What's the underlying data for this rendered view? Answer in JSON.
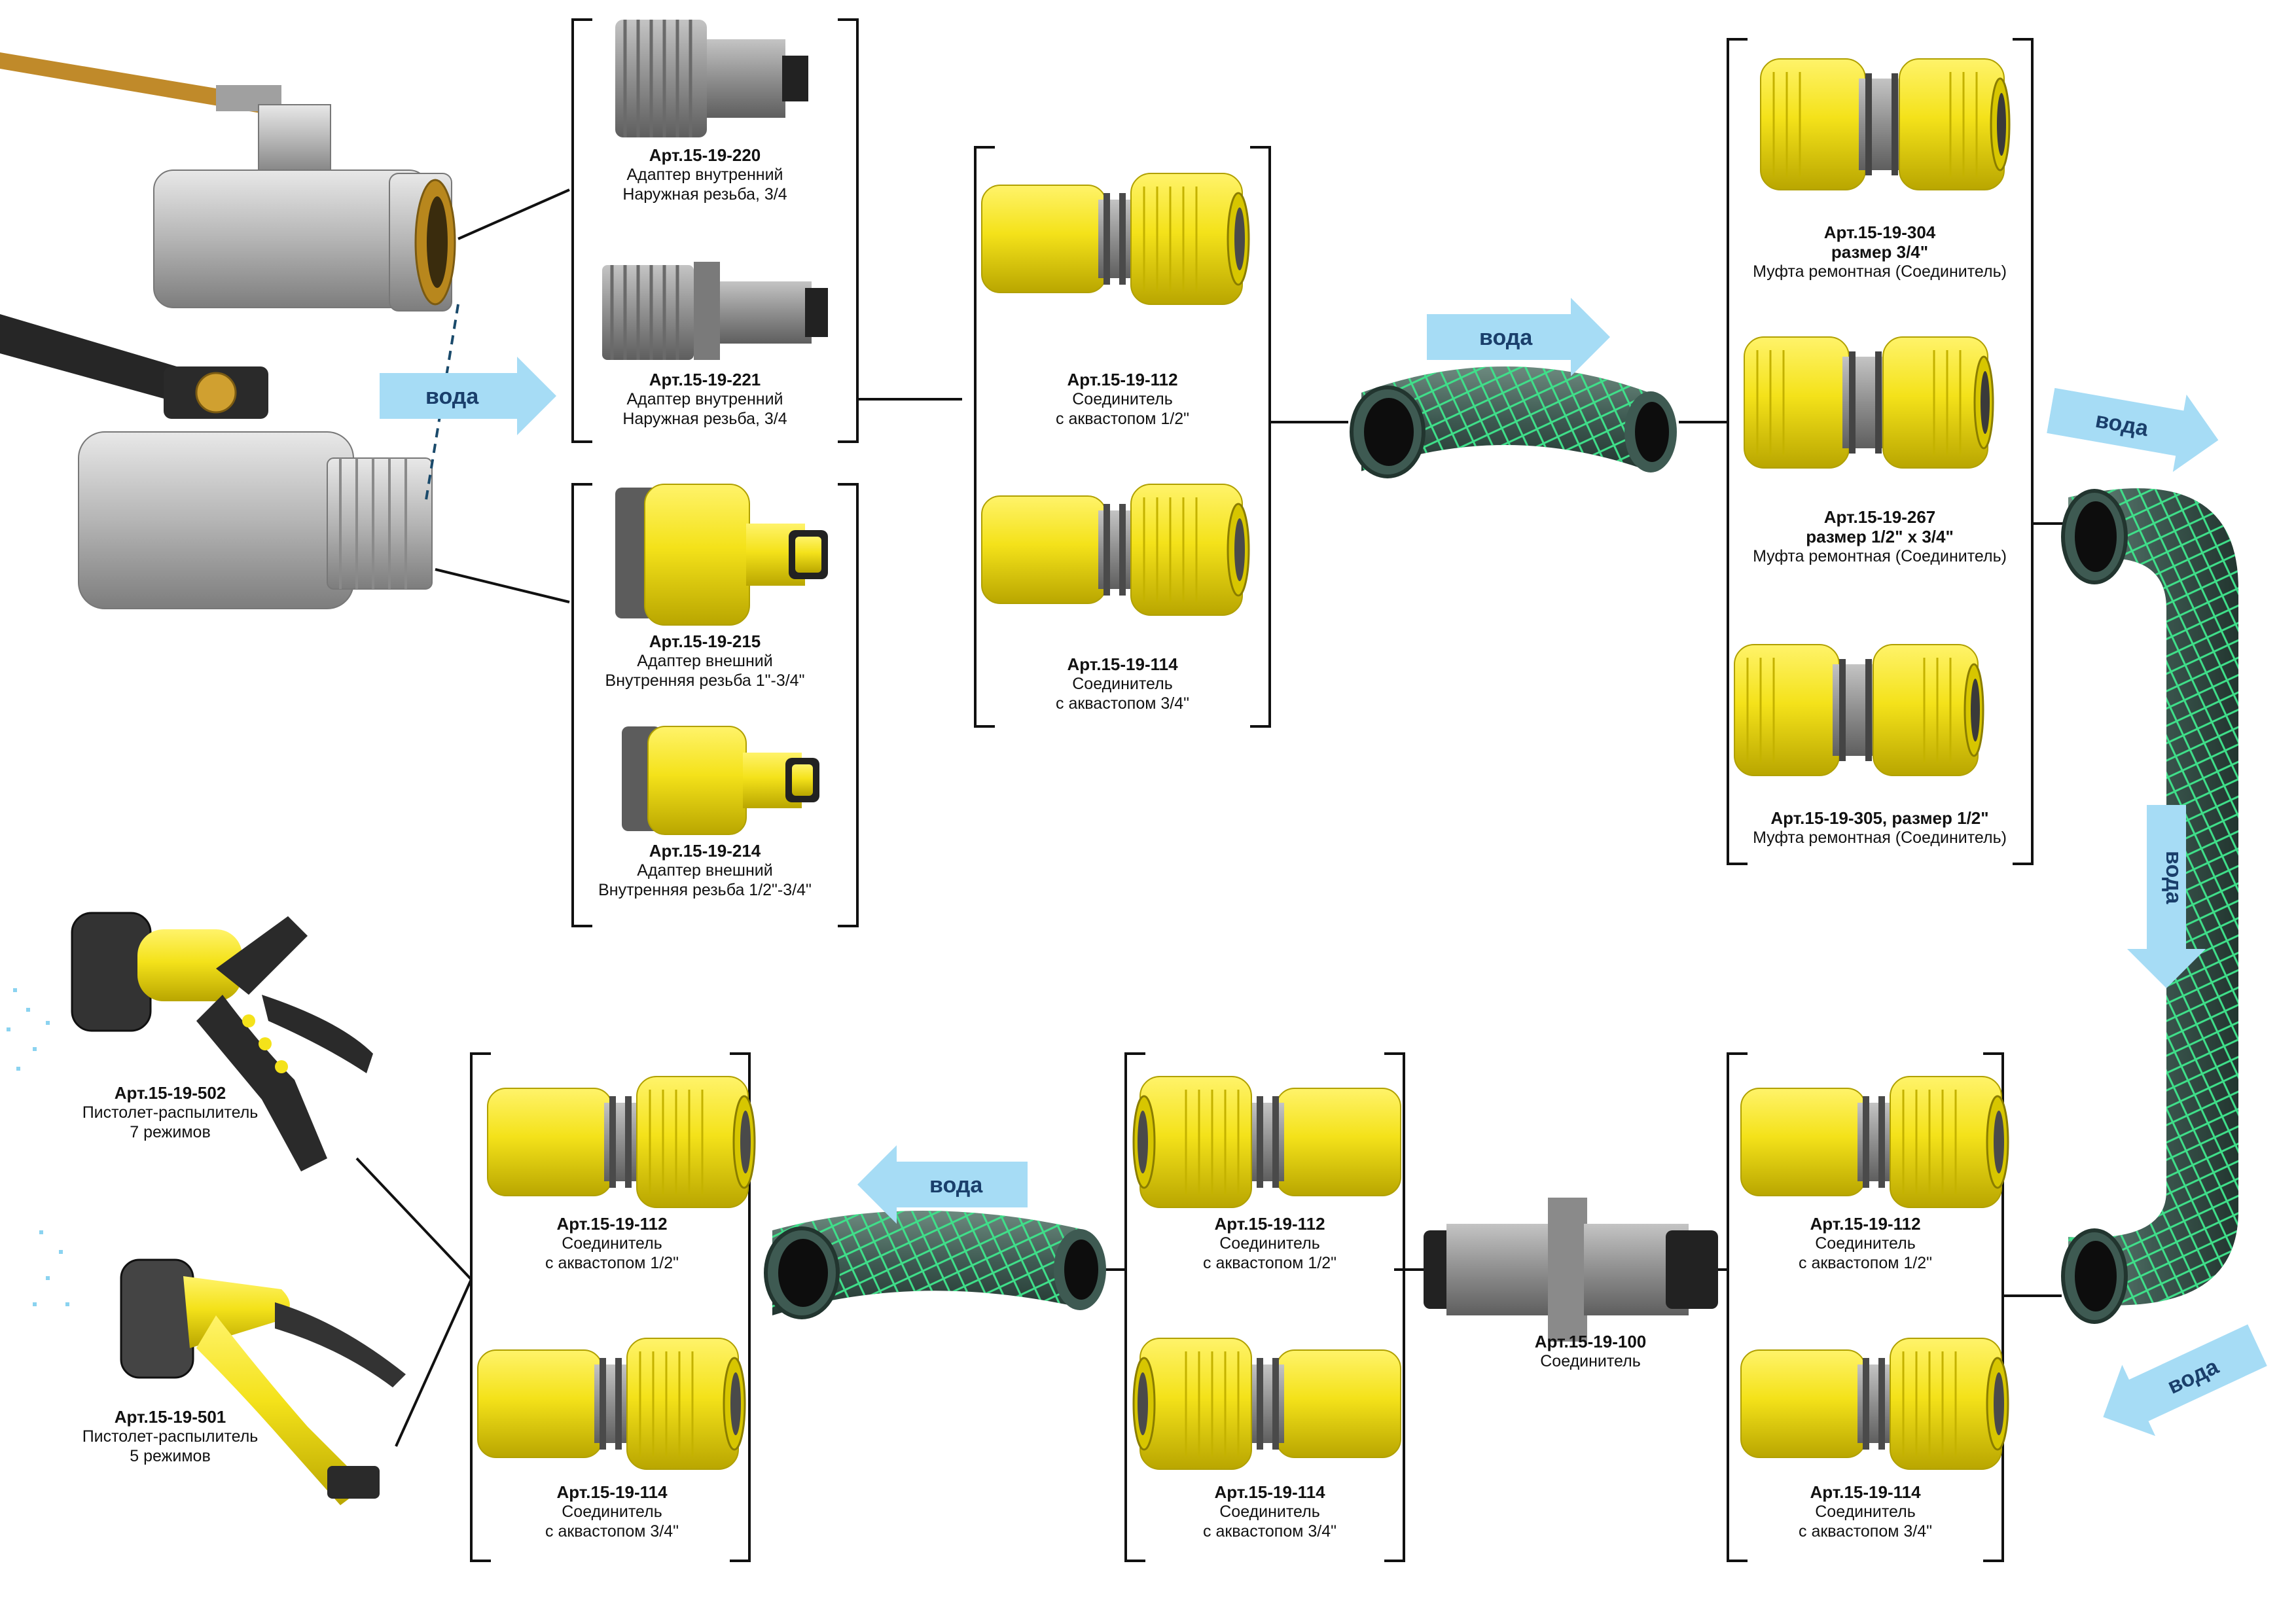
{
  "flow_label": "вода",
  "items": {
    "a220": {
      "art": "Арт.15-19-220",
      "line1": "Адаптер внутренний",
      "line2": "Наружная резьба, 3/4"
    },
    "a221": {
      "art": "Арт.15-19-221",
      "line1": "Адаптер внутренний",
      "line2": "Наружная резьба, 3/4"
    },
    "a215": {
      "art": "Арт.15-19-215",
      "line1": "Адаптер внешний",
      "line2": "Внутренняя резьба 1\"-3/4\""
    },
    "a214": {
      "art": "Арт.15-19-214",
      "line1": "Адаптер внешний",
      "line2": "Внутренняя резьба 1/2\"-3/4\""
    },
    "c112": {
      "art": "Арт.15-19-112",
      "line1": "Соединитель",
      "line2": "с аквастопом 1/2\""
    },
    "c114": {
      "art": "Арт.15-19-114",
      "line1": "Соединитель",
      "line2": "с аквастопом 3/4\""
    },
    "m304": {
      "art": "Арт.15-19-304",
      "size": "размер 3/4\"",
      "line1": "Муфта ремонтная (Соединитель)"
    },
    "m267": {
      "art": "Арт.15-19-267",
      "size": "размер 1/2\" x 3/4\"",
      "line1": "Муфта ремонтная (Соединитель)"
    },
    "m305": {
      "art": "Арт.15-19-305, размер 1/2\"",
      "line1": "Муфта ремонтная (Соединитель)"
    },
    "c100": {
      "art": "Арт.15-19-100",
      "line1": "Соединитель"
    },
    "p502": {
      "art": "Арт.15-19-502",
      "line1": "Пистолет-распылитель",
      "line2": "7 режимов"
    },
    "p501": {
      "art": "Арт.15-19-501",
      "line1": "Пистолет-распылитель",
      "line2": "5 режимов"
    }
  },
  "colors": {
    "yellow": "#f4e21a",
    "yellow_dark": "#c9b800",
    "grey": "#8c8c8c",
    "grey_dark": "#555555",
    "hose": "#3e5a52",
    "hose_mesh": "#3fe08a",
    "arrow": "#a6dcf5",
    "arrow_text": "#1a3f6b",
    "brass": "#c8c8c8",
    "gold": "#b98f2e",
    "black_handle": "#262626"
  }
}
